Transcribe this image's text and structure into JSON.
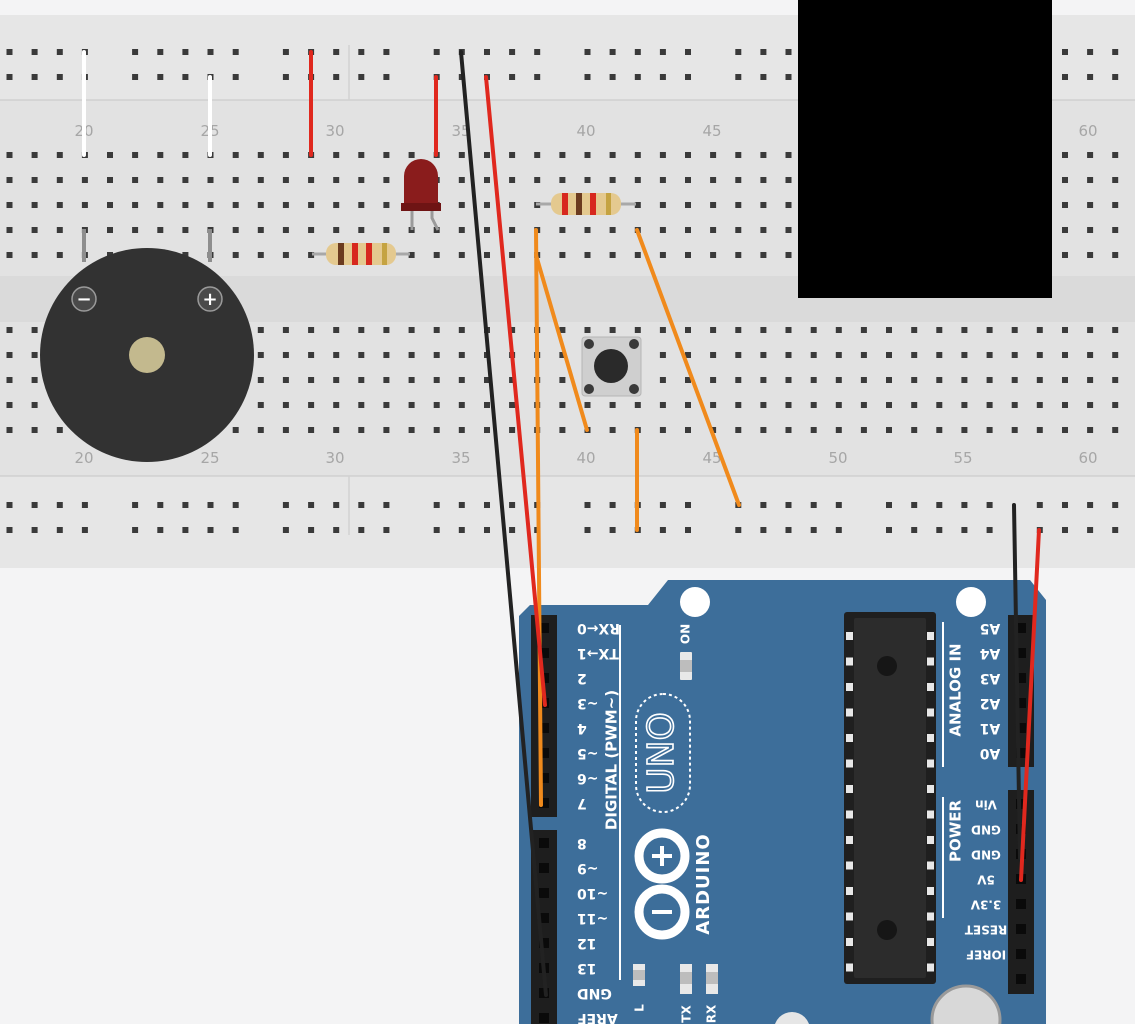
{
  "canvas": {
    "background": "#f4f4f5",
    "board_color": "#e2e2e2",
    "arduino_color": "#3d6e9a",
    "wire_colors": {
      "red": "#e0281e",
      "black": "#222222",
      "orange": "#f08a1c",
      "white": "#ffffff"
    }
  },
  "breadboard": {
    "column_numbers_top": [
      "20",
      "25",
      "30",
      "35",
      "40",
      "45",
      "60"
    ],
    "column_numbers_bottom": [
      "20",
      "25",
      "30",
      "35",
      "40",
      "45",
      "50",
      "55",
      "60"
    ]
  },
  "components": {
    "buzzer": {
      "minus_symbol": "−",
      "plus_symbol": "+"
    },
    "resistors": 2,
    "led": {
      "color": "#8a1c1c"
    },
    "pushbutton": {},
    "hidden_region": {
      "color": "#000000"
    }
  },
  "arduino": {
    "model_label": "UNO",
    "brand_label": "ARDUINO",
    "on_label": "ON",
    "digital_header_label": "DIGITAL (PWM~)",
    "analog_header_label": "ANALOG IN",
    "power_header_label": "POWER",
    "digital_pins": [
      "RX←0",
      "TX→1",
      "2",
      "~3",
      "4",
      "~5",
      "~6",
      "7",
      "8",
      "~9",
      "~10",
      "~11",
      "12",
      "13",
      "GND",
      "AREF"
    ],
    "analog_pins": [
      "A5",
      "A4",
      "A3",
      "A2",
      "A1",
      "A0"
    ],
    "power_pins": [
      "Vin",
      "GND",
      "GND",
      "5V",
      "3.3V",
      "RESET",
      "IOREF"
    ],
    "led_labels": [
      "L",
      "TX",
      "RX"
    ]
  }
}
